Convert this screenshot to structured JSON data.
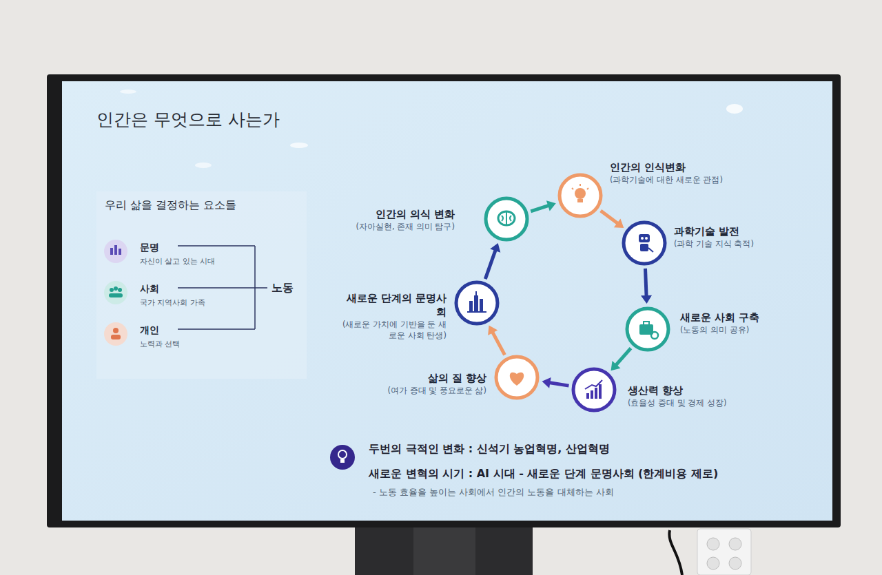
{
  "diagram": {
    "title": "인간은 무엇으로 사는가",
    "nodes": [
      {
        "text": [
          "인간의 인식변화",
          "(과학기술에 대한 새로운 관점)"
        ]
      },
      {
        "text": [
          "과학기술 발전",
          "(과학 기술 지식 축적)"
        ]
      },
      {
        "text": [
          "새로운 사회 구축",
          "(노동의 의미 공유)"
        ]
      },
      {
        "text": [
          "생산력 향상",
          "(효율성 증대 및 경제 성장)"
        ]
      },
      {
        "text": [
          "삶의 질 향상",
          "(여가 증대 및 풍요로운 삶)"
        ]
      },
      {
        "text": [
          "새로운 단계의 문명사회",
          "(새로운 가치에 기반을 둔 새로운 사회 탄생)"
        ]
      },
      {
        "text": [
          "인간의 의식 변화",
          "(자아실현, 존재 의미 탐구)"
        ]
      }
    ],
    "edges": [
      {
        "from": 6,
        "to": 0,
        "arrow": "to"
      },
      {
        "from": 0,
        "to": 1,
        "arrow": "to"
      },
      {
        "from": 1,
        "to": 2,
        "arrow": "to"
      },
      {
        "from": 2,
        "to": 3,
        "arrow": "to"
      },
      {
        "from": 3,
        "to": 4,
        "arrow": "to"
      },
      {
        "from": 4,
        "to": 5,
        "arrow": "to"
      },
      {
        "from": 5,
        "to": 6,
        "arrow": "to"
      }
    ],
    "labels": [
      "우리 삶을 결정하는 요소들",
      "문명",
      "자신이 살고 있는 시대",
      "사회",
      "국가 지역사회 가족",
      "개인",
      "노력과 선택",
      "노동",
      "두번의 극적인 변화 : 신석기 농업혁명, 산업혁명",
      "새로운 변혁의 시기 : AI 시대 - 새로운 단계 문명사회 (한계비용 제로)",
      "- 노동 효율을 높이는 사회에서 인간의 노동을 대체하는 사회"
    ]
  }
}
